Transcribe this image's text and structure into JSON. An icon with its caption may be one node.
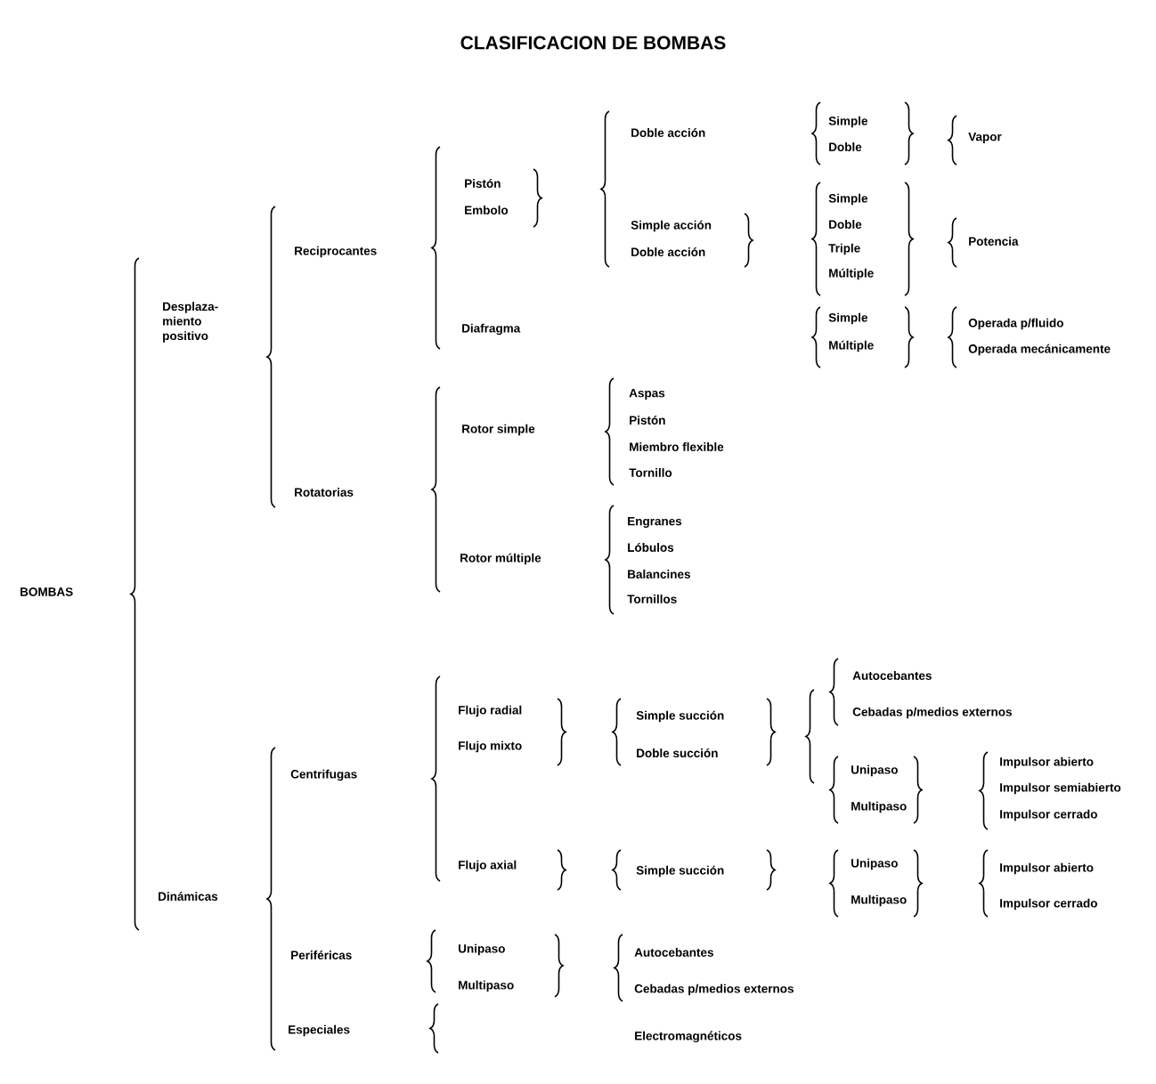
{
  "diagram": {
    "title": "CLASIFICACION DE BOMBAS",
    "labels": [
      "BOMBAS",
      "Desplaza- miento positivo",
      "Reciprocantes",
      "Rotatorias",
      "Dinámicas",
      "Centrifugas",
      "Periféricas",
      "Especiales",
      "Pistón",
      "Embolo",
      "Diafragma",
      "Doble acción",
      "Simple acción",
      "Doble acción",
      "Simple",
      "Doble",
      "Vapor",
      "Simple",
      "Doble",
      "Triple",
      "Múltiple",
      "Potencia",
      "Simple",
      "Múltiple",
      "Operada p/fluido",
      "Operada mecánicamente",
      "Rotor simple",
      "Aspas",
      "Pistón",
      "Miembro flexible",
      "Tornillo",
      "Rotor múltiple",
      "Engranes",
      "Lóbulos",
      "Balancines",
      "Tornillos",
      "Flujo radial",
      "Flujo mixto",
      "Simple succión",
      "Doble succión",
      "Autocebantes",
      "Cebadas p/medios externos",
      "Unipaso",
      "Multipaso",
      "Impulsor abierto",
      "Impulsor semiabierto",
      "Impulsor cerrado",
      "Flujo axial",
      "Simple succión",
      "Unipaso",
      "Multipaso",
      "Impulsor abierto",
      "Impulsor cerrado",
      "Unipaso",
      "Multipaso",
      "Autocebantes",
      "Cebadas p/medios externos",
      "Electromagnéticos"
    ]
  }
}
